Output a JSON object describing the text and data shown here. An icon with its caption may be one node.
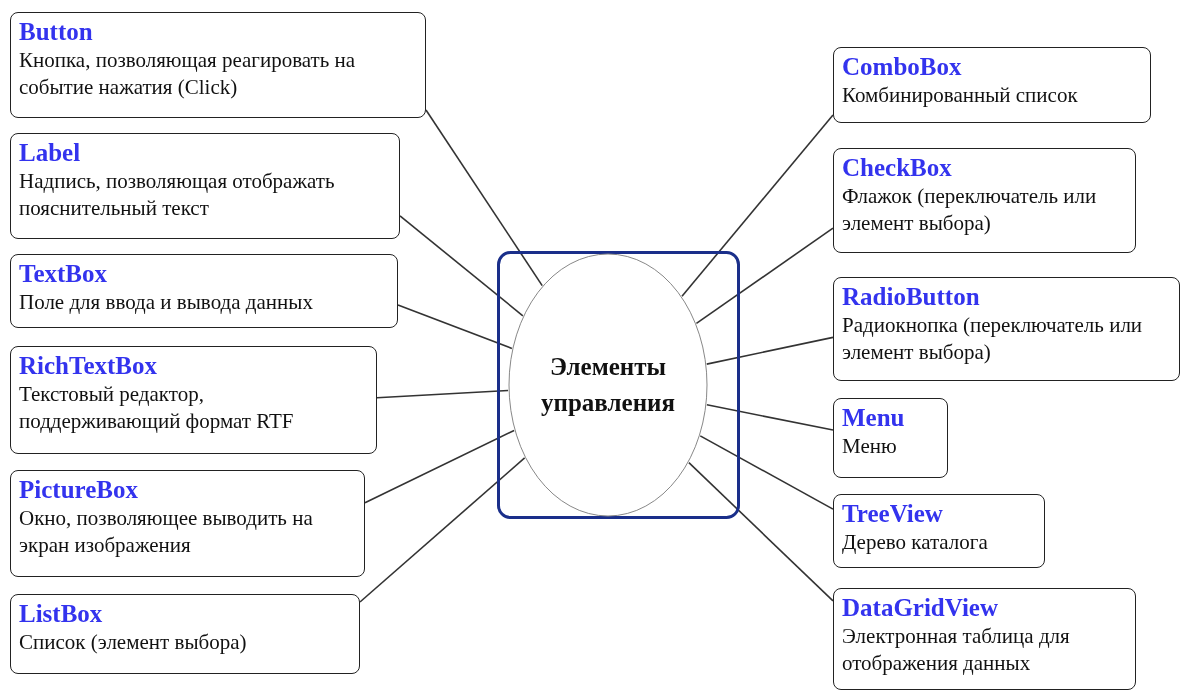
{
  "diagram": {
    "nodes": [
      {
        "text": [],
        "shape": "box"
      },
      {
        "text": [
          "Элементы управления"
        ],
        "in": 0
      },
      {
        "text": [
          "Button",
          "Кнопка, позволяющая реагировать на событие нажатия (Click)"
        ]
      },
      {
        "text": [
          "Label",
          "Надпись, позволяющая отображать пояснительный текст"
        ]
      },
      {
        "text": [
          "TextBox",
          "Поле для ввода и вывода данных"
        ]
      },
      {
        "text": [
          "RichTextBox",
          "Текстовый редактор, поддерживающий формат RTF"
        ]
      },
      {
        "text": [
          "PictureBox",
          "Окно, позволяющее выводить на экран изображения"
        ]
      },
      {
        "text": [
          "ListBox",
          "Список (элемент выбора)"
        ]
      },
      {
        "text": [
          "ComboBox",
          "Комбинированный список"
        ]
      },
      {
        "text": [
          "CheckBox",
          "Флажок (переключатель или элемент выбора)"
        ]
      },
      {
        "text": [
          "RadioButton",
          "Радиокнопка (переключатель или элемент выбора)"
        ]
      },
      {
        "text": [
          "Menu",
          "Меню"
        ]
      },
      {
        "text": [
          "TreeView",
          "Дерево каталога"
        ]
      },
      {
        "text": [
          "DataGridView",
          "Электронная таблица для отображения данных"
        ]
      }
    ],
    "edges": [
      {
        "from": 2,
        "to": 1,
        "arrow": "none"
      },
      {
        "from": 3,
        "to": 1,
        "arrow": "none"
      },
      {
        "from": 4,
        "to": 1,
        "arrow": "none"
      },
      {
        "from": 5,
        "to": 1,
        "arrow": "none"
      },
      {
        "from": 6,
        "to": 1,
        "arrow": "none"
      },
      {
        "from": 7,
        "to": 1,
        "arrow": "none"
      },
      {
        "from": 8,
        "to": 1,
        "arrow": "none"
      },
      {
        "from": 9,
        "to": 1,
        "arrow": "none"
      },
      {
        "from": 10,
        "to": 1,
        "arrow": "none"
      },
      {
        "from": 11,
        "to": 1,
        "arrow": "none"
      },
      {
        "from": 12,
        "to": 1,
        "arrow": "none"
      },
      {
        "from": 13,
        "to": 1,
        "arrow": "none"
      }
    ]
  }
}
